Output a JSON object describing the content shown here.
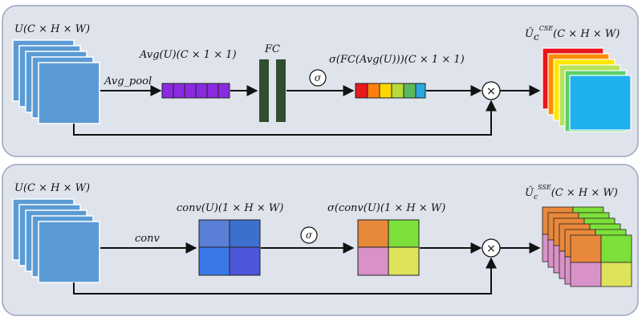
{
  "colors": {
    "panel_fill": "#dfe3ec",
    "panel_stroke": "#9aa6bc",
    "feature_blue": "#5b9bd5",
    "avg_bar": "#8a2be2",
    "fc_bar": "#2f4f2f",
    "sigmoid_bar": [
      "#e41a1c",
      "#ff7f0e",
      "#ffd700",
      "#b8d93a",
      "#5cb85c",
      "#29a8e0"
    ],
    "cse_out": [
      "#e8161b",
      "#ff8c00",
      "#ffe600",
      "#b5e35a",
      "#5ad06c",
      "#1fb0f0"
    ],
    "conv_cells": [
      "#5a7fd6",
      "#3d6fcf",
      "#3a78e8",
      "#4d55d8"
    ],
    "sse_cells": [
      "#e8883a",
      "#7ddf3a",
      "#d992c8",
      "#dde35a"
    ]
  },
  "top": {
    "input_label": "U(C × H × W)",
    "pool_label": "Avg_pool",
    "avg_label": "Avg(U)(C × 1 × 1)",
    "fc_label": "FC",
    "sigma_symbol": "σ",
    "sig_label": "σ(FC(Avg(U)))(C × 1 × 1)",
    "mult_symbol": "×",
    "output_base": "Û",
    "output_sub": "c",
    "output_sup": "CSE",
    "output_dims": "(C × H × W)"
  },
  "bottom": {
    "input_label": "U(C × H × W)",
    "conv_op_label": "conv",
    "conv_label": "conv(U)(1 × H × W)",
    "sigma_symbol": "σ",
    "sig_label": "σ(conv(U)(1 × H × W)",
    "mult_symbol": "×",
    "output_base": "Û",
    "output_sub": "c",
    "output_sup": "SSE",
    "output_dims": "(C × H × W)"
  }
}
